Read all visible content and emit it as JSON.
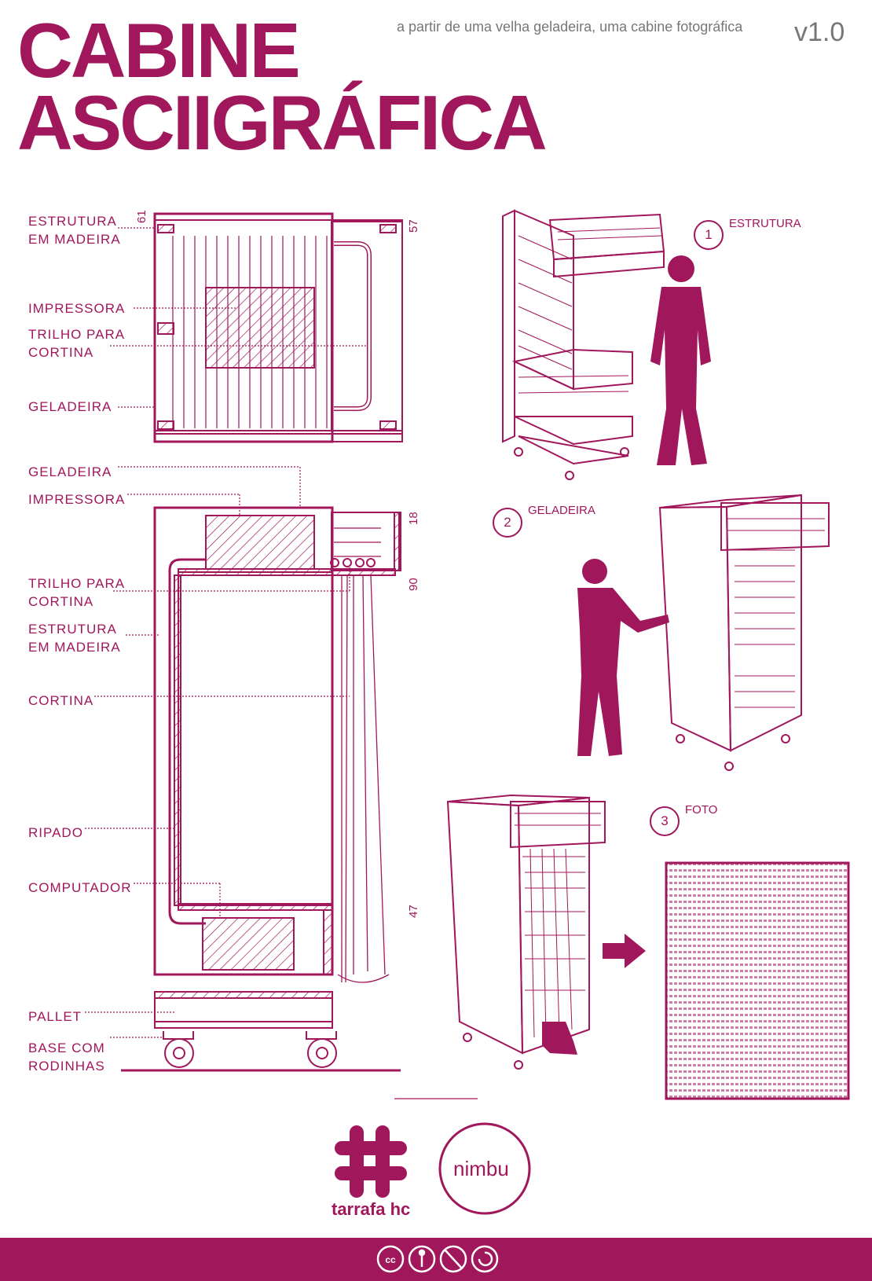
{
  "title": {
    "line1": "CABINE",
    "line2": "ASCIIGRÁFICA"
  },
  "subtitle": "a partir de uma velha geladeira, uma cabine fotográfica",
  "version": "v1.0",
  "top_plan_labels": {
    "estrutura": [
      "ESTRUTURA",
      "EM  MADEIRA"
    ],
    "impressora": "IMPRESSORA",
    "trilho": [
      "TRILHO  PARA",
      "CORTINA"
    ],
    "geladeira": "GELADEIRA"
  },
  "top_plan_dims": {
    "a": "61",
    "b": "57"
  },
  "section_labels": {
    "geladeira": "GELADEIRA",
    "impressora": "IMPRESSORA",
    "trilho": [
      "TRILHO  PARA",
      "CORTINA"
    ],
    "estrutura": [
      "ESTRUTURA",
      "EM  MADEIRA"
    ],
    "cortina": "CORTINA",
    "ripado": "RIPADO",
    "computador": "COMPUTADOR",
    "pallet": "PALLET",
    "base": [
      "BASE  COM",
      "RODINHAS"
    ]
  },
  "section_dims": {
    "a": "18",
    "b": "90",
    "c": "47"
  },
  "steps": [
    {
      "num": "1",
      "label": "ESTRUTURA"
    },
    {
      "num": "2",
      "label": "GELADEIRA"
    },
    {
      "num": "3",
      "label": "FOTO"
    }
  ],
  "logos": {
    "tarrafa": "tarrafa hc",
    "nimbu": "nimbu"
  },
  "license_icons": [
    "cc",
    "by",
    "nc",
    "sa"
  ],
  "colors": {
    "accent": "#a0175c",
    "gray": "#777777",
    "white": "#ffffff"
  }
}
